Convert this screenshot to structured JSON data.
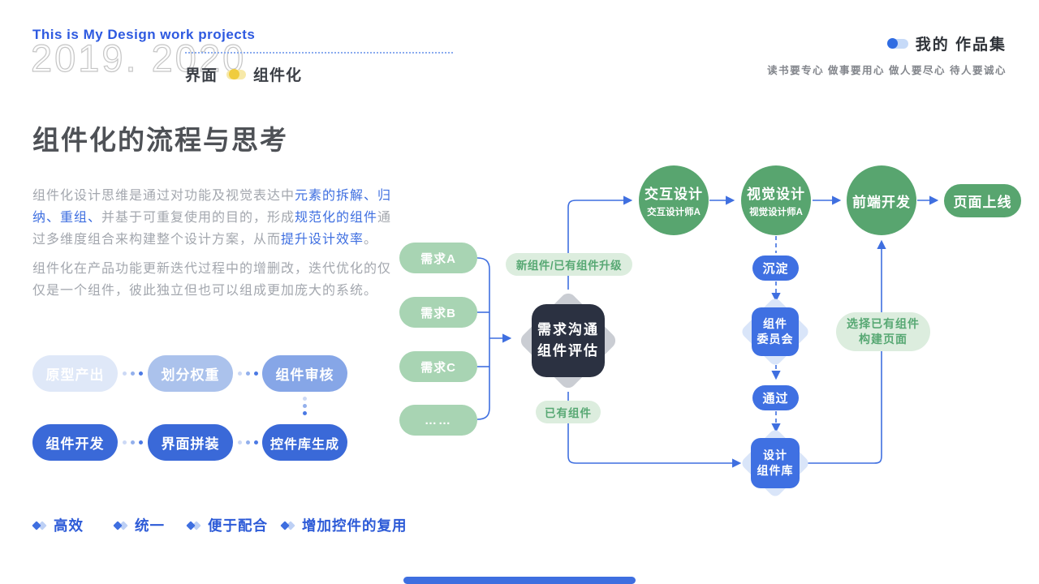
{
  "header": {
    "tagline": "This is My Design work projects",
    "years": "2019. 2020",
    "category": "界面",
    "topic": "组件化",
    "logo": "我的 作品集",
    "motto": "读书要专心 做事要用心 做人要尽心 待人要诚心"
  },
  "main": {
    "title": "组件化的流程与思考",
    "p1": {
      "s1": "组件化设计思维是通过对功能及视觉表达中",
      "s2": "元素的拆解、归纳、重组、",
      "s3": "并基于可重复使用的目的，形成",
      "s4": "规范化的组件",
      "s5": "通过多维度组合来构建整个设计方案，从而",
      "s6": "提升设计效率",
      "s7": "。"
    },
    "p2": "组件化在产品功能更新迭代过程中的增删改，迭代优化的仅仅是一个组件，彼此独立但也可以组成更加庞大的系统。",
    "steps_row1": [
      "原型产出",
      "划分权重",
      "组件审核"
    ],
    "steps_row2": [
      "组件开发",
      "界面拼装",
      "控件库生成"
    ],
    "features": [
      "高效",
      "统一",
      "便于配合",
      "增加控件的复用"
    ]
  },
  "flow": {
    "requirements": [
      "需求A",
      "需求B",
      "需求C",
      "……"
    ],
    "eval": {
      "line1": "需求沟通",
      "line2": "组件评估"
    },
    "badge_new": "新组件/已有组件升级",
    "badge_existing": "已有组件",
    "badge_select_line1": "选择已有组件",
    "badge_select_line2": "构建页面",
    "stage_ixd": {
      "title": "交互设计",
      "subtitle": "交互设计师A"
    },
    "stage_ui": {
      "title": "视觉设计",
      "subtitle": "视觉设计师A"
    },
    "stage_fe": {
      "title": "前端开发"
    },
    "launch": "页面上线",
    "sink": "沉淀",
    "committee": {
      "line1": "组件",
      "line2": "委员会"
    },
    "pass": "通过",
    "library": {
      "line1": "设计",
      "line2": "组件库"
    }
  },
  "colors": {
    "accent_blue": "#3f6fe0",
    "deep_blue_button": "#3a69d8",
    "green_node": "#58a56f",
    "green_pill": "#a8d4b3",
    "green_badge_bg": "#dcedde",
    "green_badge_text": "#57a873",
    "dark_node": "#2b3141",
    "yellow_dot": "#f0cc3e"
  }
}
